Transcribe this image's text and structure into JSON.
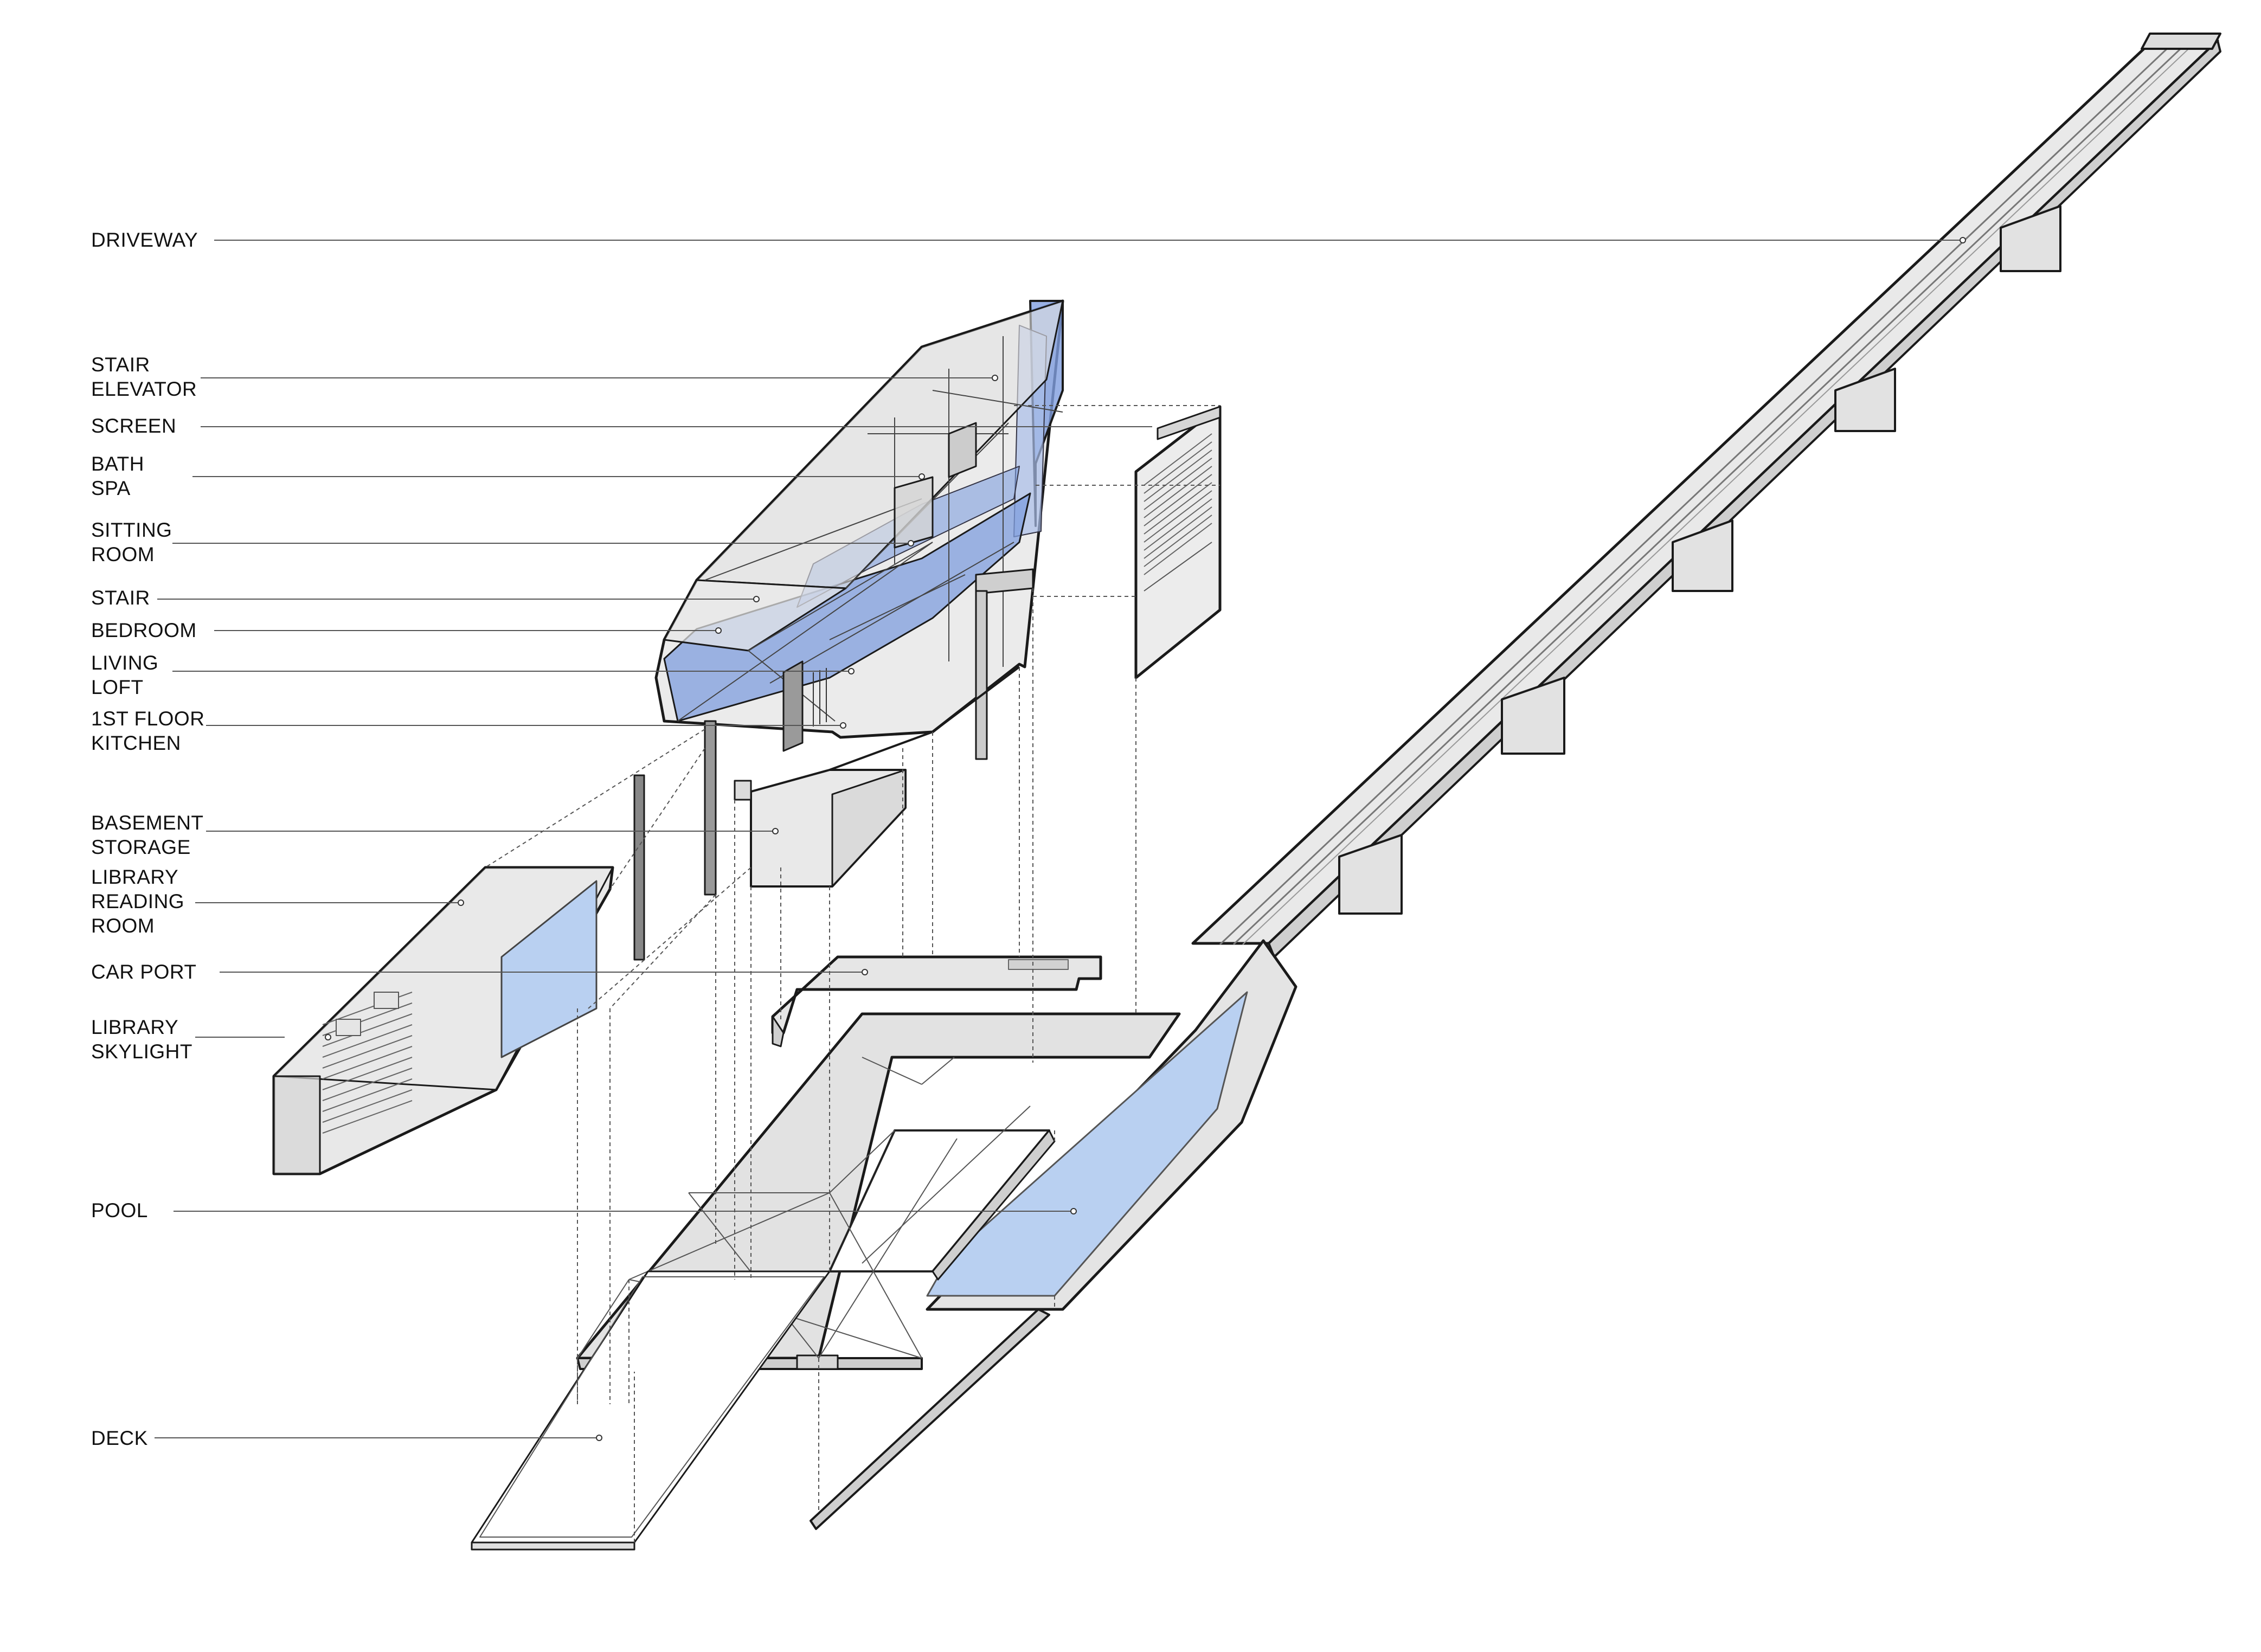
{
  "colors": {
    "glass_blue": "#7f9ede",
    "pale_blue": "#b9d0f1",
    "mass_gray": "#e6e6e6",
    "line_dark": "#1a1a1a",
    "leader": "#555555"
  },
  "labels": [
    {
      "id": "driveway",
      "lines": [
        "DRIVEWAY"
      ]
    },
    {
      "id": "stair-elevator",
      "lines": [
        "STAIR",
        "ELEVATOR"
      ]
    },
    {
      "id": "screen",
      "lines": [
        "SCREEN"
      ]
    },
    {
      "id": "bath-spa",
      "lines": [
        "BATH",
        "SPA"
      ]
    },
    {
      "id": "sitting-room",
      "lines": [
        "SITTING",
        "ROOM"
      ]
    },
    {
      "id": "stair",
      "lines": [
        "STAIR"
      ]
    },
    {
      "id": "bedroom",
      "lines": [
        "BEDROOM"
      ]
    },
    {
      "id": "living-loft",
      "lines": [
        "LIVING",
        "LOFT"
      ]
    },
    {
      "id": "first-floor-kitchen",
      "lines": [
        "1ST FLOOR",
        "KITCHEN"
      ]
    },
    {
      "id": "basement-storage",
      "lines": [
        "BASEMENT",
        "STORAGE"
      ]
    },
    {
      "id": "library-reading-room",
      "lines": [
        "LIBRARY",
        "READING",
        "ROOM"
      ]
    },
    {
      "id": "car-port",
      "lines": [
        "CAR PORT"
      ]
    },
    {
      "id": "library-skylight",
      "lines": [
        "LIBRARY",
        "SKYLIGHT"
      ]
    },
    {
      "id": "pool",
      "lines": [
        "POOL"
      ]
    },
    {
      "id": "deck",
      "lines": [
        "DECK"
      ]
    }
  ]
}
